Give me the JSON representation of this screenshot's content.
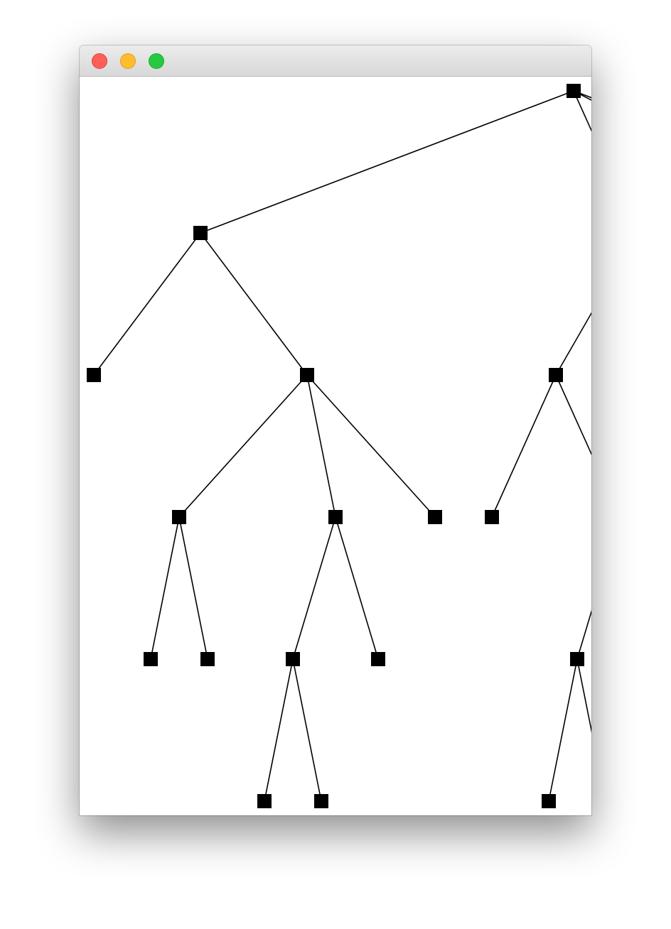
{
  "window": {
    "title": "",
    "controls": [
      {
        "name": "close",
        "color": "#fe5f57"
      },
      {
        "name": "minimize",
        "color": "#febc2e"
      },
      {
        "name": "maximize",
        "color": "#28c840"
      }
    ]
  },
  "tree": {
    "node_color": "#000000",
    "edge_color": "#000000",
    "root": {
      "children": [
        {
          "children": [
            {
              "children": []
            },
            {
              "children": [
                {
                  "children": [
                    {
                      "children": []
                    },
                    {
                      "children": []
                    }
                  ]
                },
                {
                  "children": [
                    {
                      "children": [
                        {
                          "children": []
                        },
                        {
                          "children": []
                        }
                      ]
                    },
                    {
                      "children": []
                    }
                  ]
                },
                {
                  "children": []
                }
              ]
            }
          ]
        },
        {
          "children": [
            {
              "children": [
                {
                  "children": []
                },
                {
                  "children": [
                    {
                      "children": [
                        {
                          "children": []
                        },
                        {
                          "children": []
                        }
                      ]
                    },
                    {
                      "children": []
                    }
                  ]
                }
              ]
            },
            {
              "children": []
            }
          ]
        },
        {
          "children": [
            {
              "children": [
                {
                  "children": []
                },
                {
                  "children": []
                }
              ]
            },
            {
              "children": []
            }
          ]
        },
        {
          "children": []
        }
      ]
    }
  }
}
